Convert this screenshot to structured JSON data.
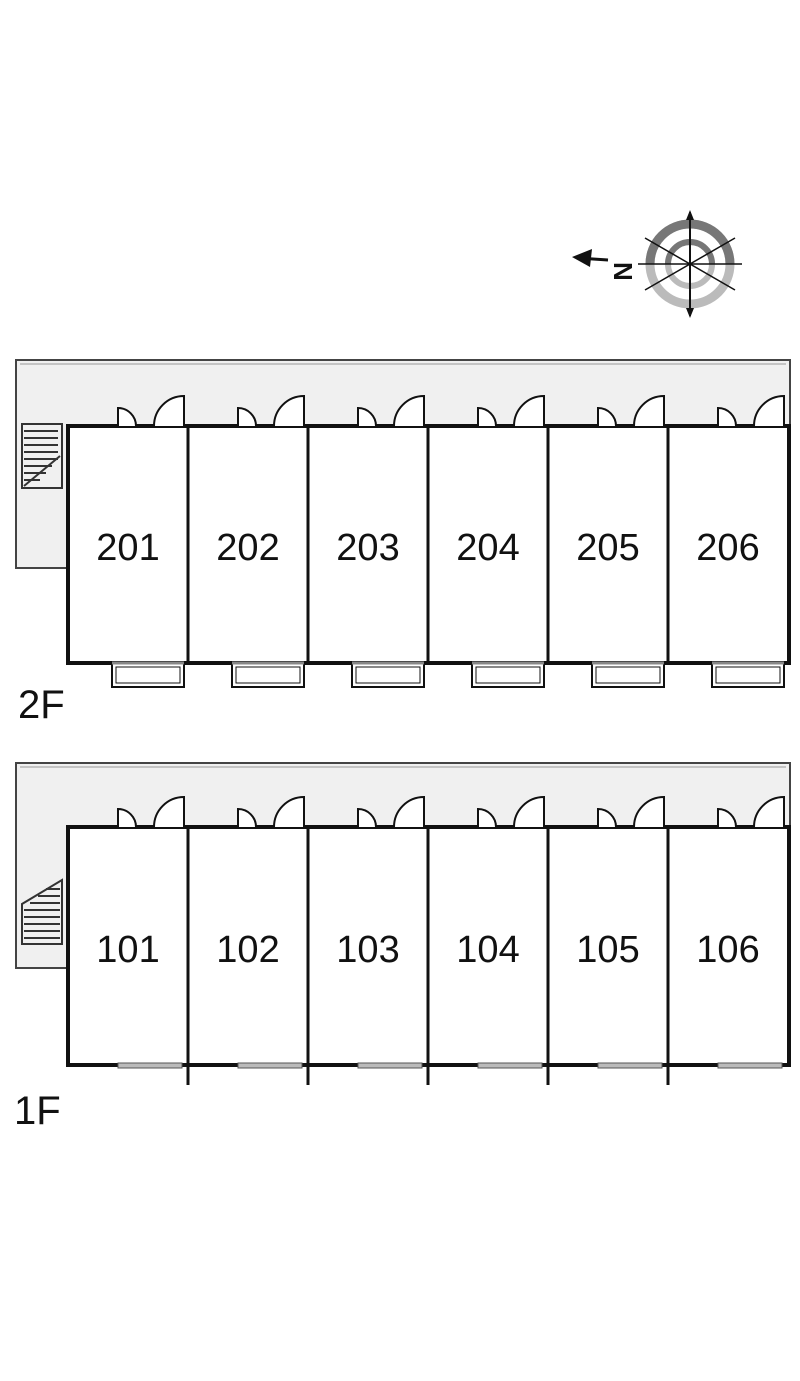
{
  "compass": {
    "north_letter": "N",
    "icon": "compass-rose-icon",
    "arrow_direction": "left"
  },
  "floors": [
    {
      "label": "2F",
      "units": [
        "201",
        "202",
        "203",
        "204",
        "205",
        "206"
      ],
      "stair_icon": "staircase-icon",
      "balconies": true
    },
    {
      "label": "1F",
      "units": [
        "101",
        "102",
        "103",
        "104",
        "105",
        "106"
      ],
      "stair_icon": "staircase-icon",
      "balconies": false
    }
  ],
  "colors": {
    "walkway": "#f0f0f0",
    "wall": "#111111",
    "compass_dark": "#777777",
    "compass_light": "#bbbbbb"
  }
}
